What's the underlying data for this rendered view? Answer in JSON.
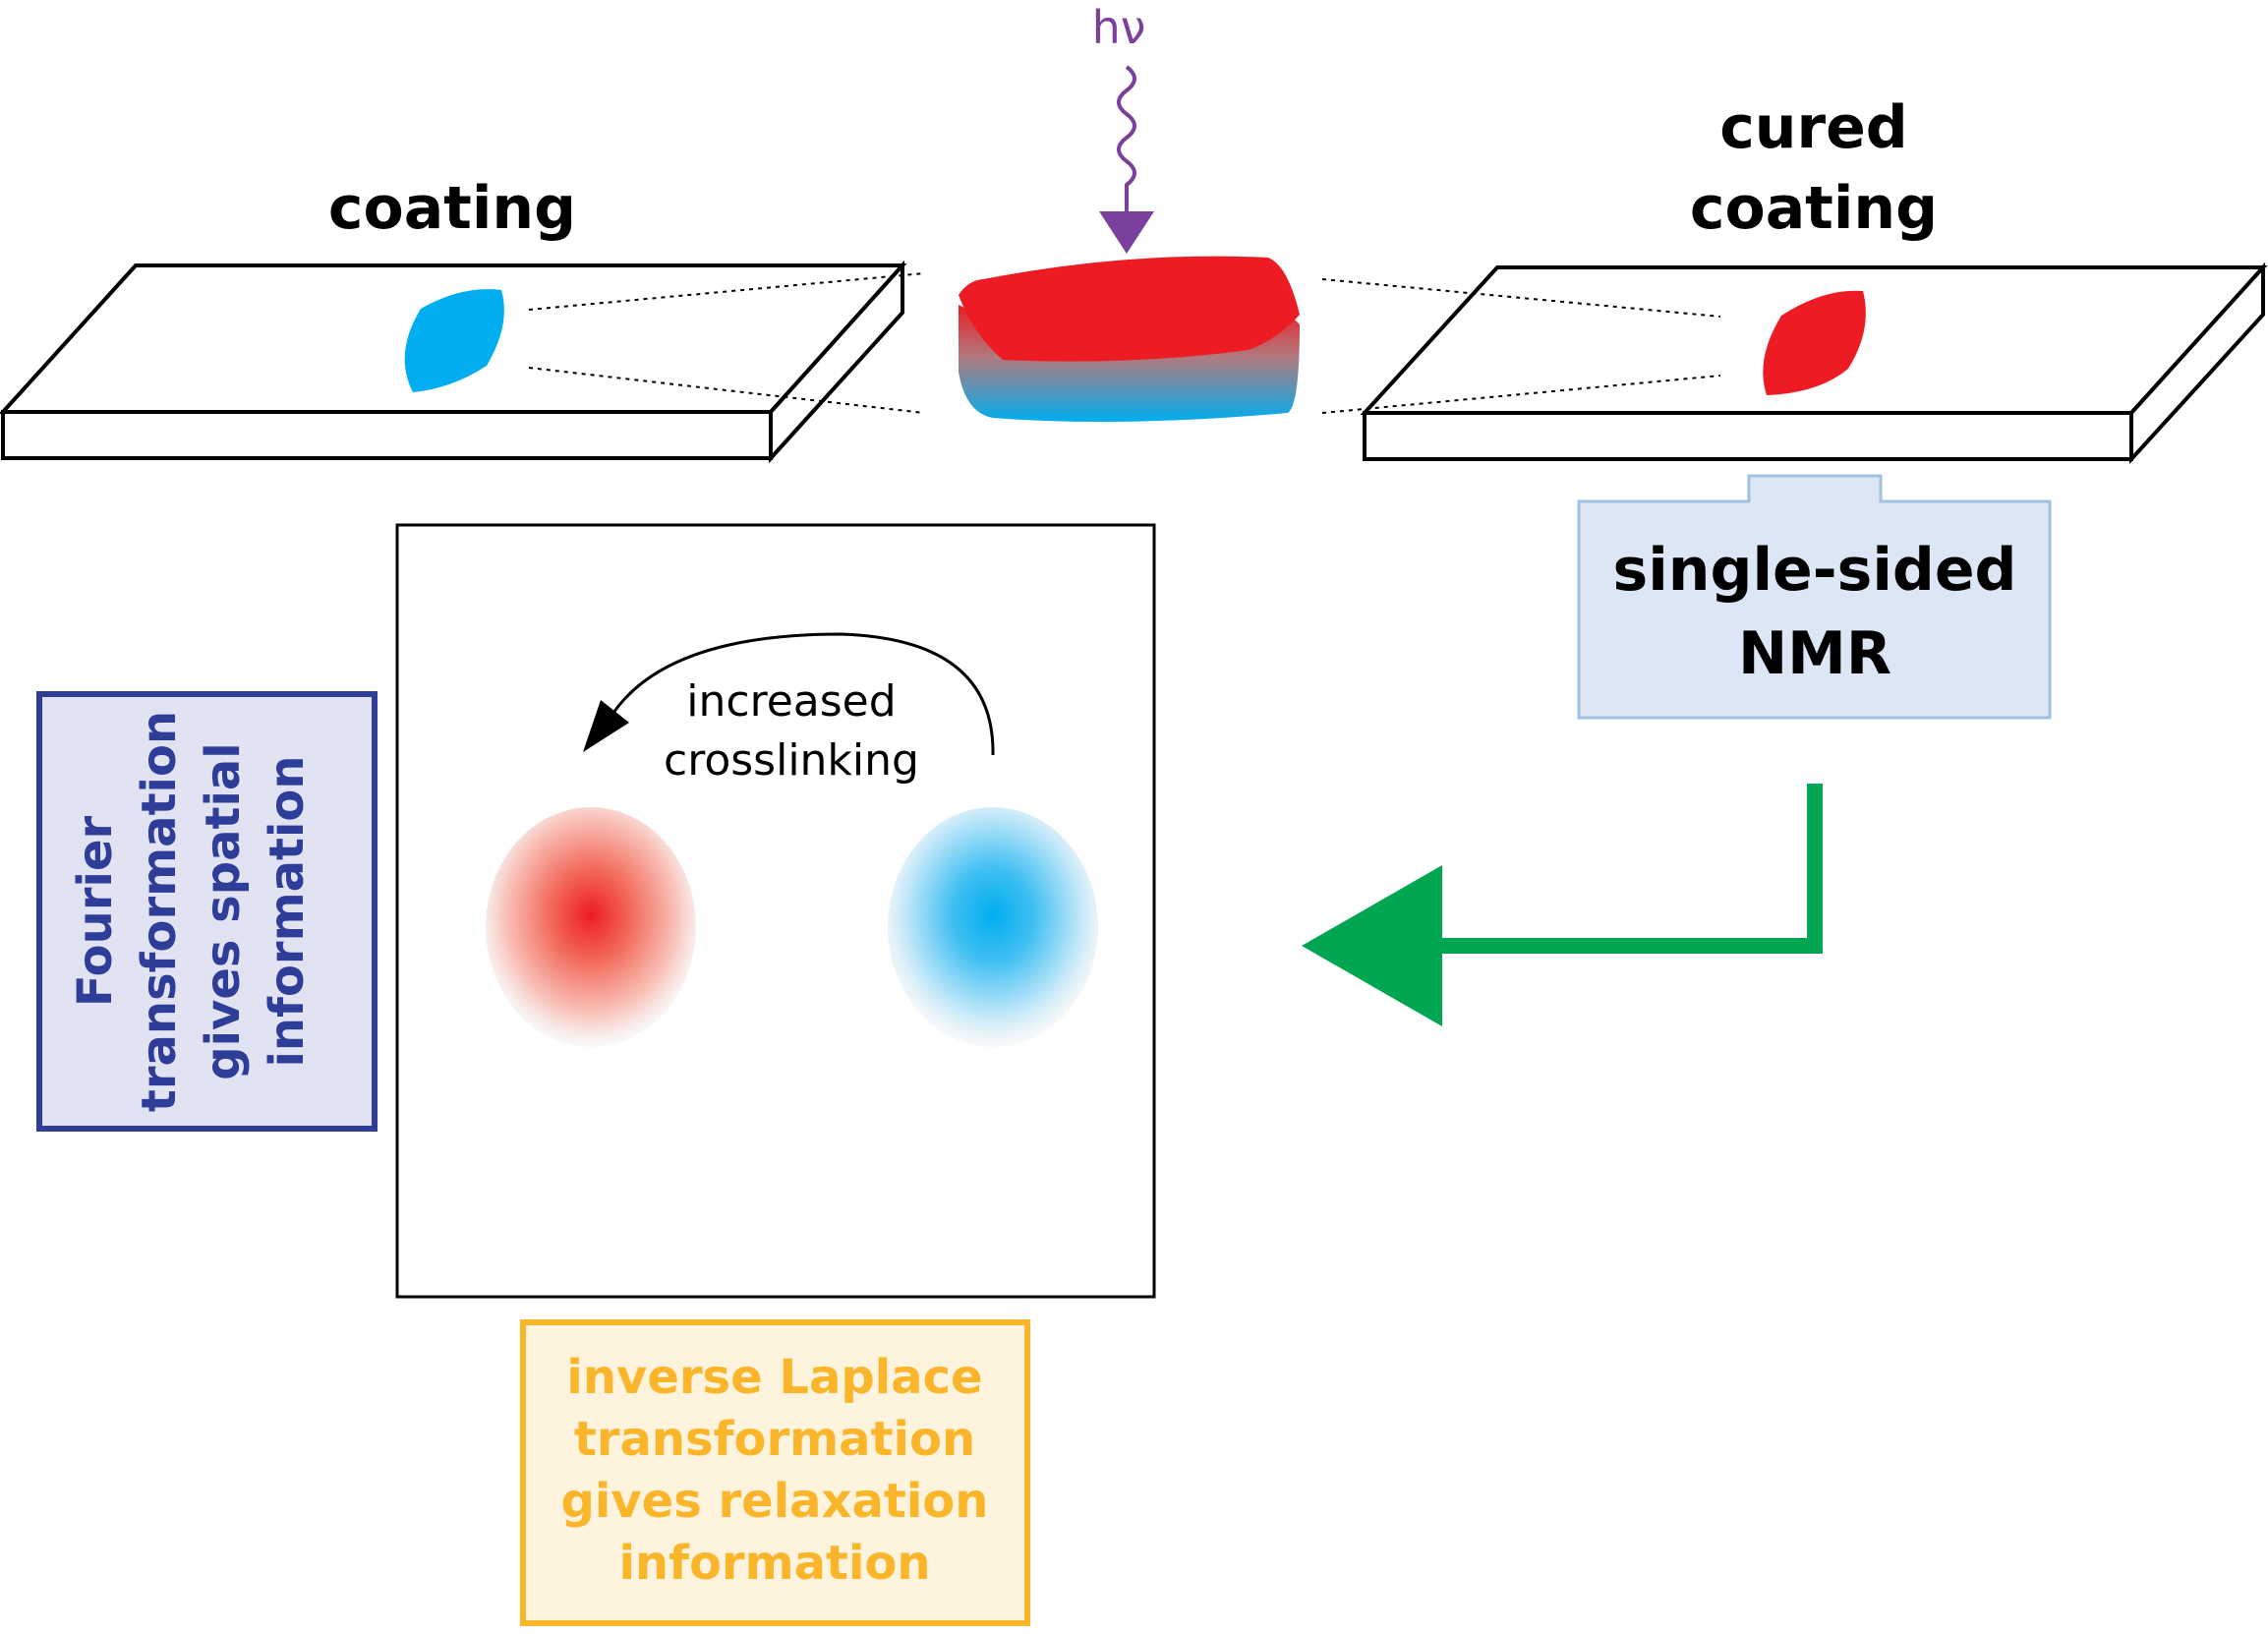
{
  "labels": {
    "coating": "coating",
    "cured_line1": "cured",
    "cured_line2": "coating",
    "photon": "hν",
    "nmr_line1": "single-sided",
    "nmr_line2": "NMR",
    "arrow_line1": "increased",
    "arrow_line2": "crosslinking",
    "fourier_line1": "Fourier",
    "fourier_line2": "transformation",
    "fourier_line3": "gives spatial",
    "fourier_line4": "information",
    "laplace_line1": "inverse Laplace",
    "laplace_line2": "transformation",
    "laplace_line3": "gives relaxation",
    "laplace_line4": "information"
  },
  "colors": {
    "uncured": "#00aeef",
    "cured": "#ed1c24",
    "photon": "#7b3f9e",
    "nmr_fill": "#dce6f4",
    "nmr_border": "#9fc2e0",
    "flow_arrow": "#00a651",
    "fourier_fill": "#e1e3f3",
    "fourier_text": "#2e3d98",
    "laplace_fill": "#fef3dc",
    "laplace_text": "#fbb52b"
  }
}
